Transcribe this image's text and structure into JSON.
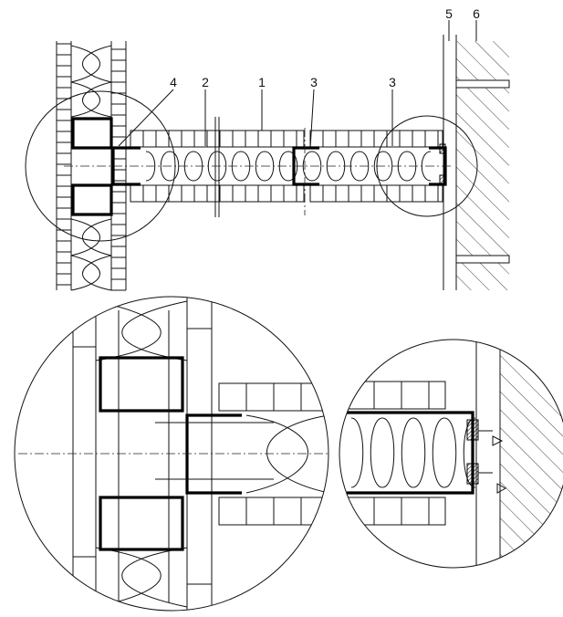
{
  "callouts": [
    {
      "id": "c1",
      "text": "1"
    },
    {
      "id": "c2",
      "text": "2"
    },
    {
      "id": "c3a",
      "text": "3"
    },
    {
      "id": "c3b",
      "text": "3"
    },
    {
      "id": "c4",
      "text": "4"
    },
    {
      "id": "c5",
      "text": "5"
    },
    {
      "id": "c6",
      "text": "6"
    }
  ],
  "colors": {
    "line": "#111111",
    "background": "#ffffff"
  }
}
